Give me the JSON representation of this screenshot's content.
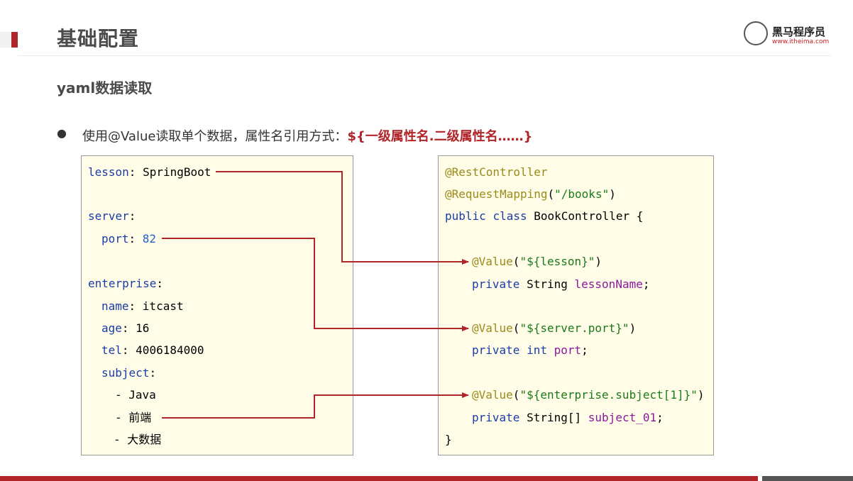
{
  "header": {
    "title": "基础配置",
    "logo_name": "黑马程序员",
    "logo_url": "www.itheima.com"
  },
  "subtitle": "yaml数据读取",
  "bullet": {
    "symbol": "●",
    "prefix": "使用@Value读取单个数据，属性名引用方式：",
    "highlight": "${一级属性名.二级属性名……}"
  },
  "yaml_code": {
    "lesson_key": "lesson",
    "lesson_value": "SpringBoot",
    "server_key": "server",
    "port_key": "port",
    "port_value": "82",
    "enterprise_key": "enterprise",
    "name_key": "name",
    "name_value": "itcast",
    "age_key": "age",
    "age_value": "16",
    "tel_key": "tel",
    "tel_value": "4006184000",
    "subject_key": "subject",
    "subject_items": [
      "Java",
      "前端",
      "大数据"
    ]
  },
  "java_code": {
    "ann_rest": "@RestController",
    "ann_mapping": "@RequestMapping",
    "mapping_path": "\"/books\"",
    "kw_public": "public",
    "kw_class": "class",
    "class_name": "BookController",
    "ann_value": "@Value",
    "value_lesson": "\"${lesson}\"",
    "value_port": "\"${server.port}\"",
    "value_subject": "\"${enterprise.subject[1]}\"",
    "kw_private": "private",
    "type_string": "String",
    "type_int": "int",
    "type_string_arr": "String[]",
    "field_lesson": "lessonName",
    "field_port": "port",
    "field_subject": "subject_01",
    "close_brace": "}"
  },
  "colors": {
    "accent": "#b0252a",
    "keyword": "#1a3ca8",
    "annotation": "#9a8a1a",
    "string": "#1a7a1a",
    "field": "#8a1a9a",
    "code_bg": "#fffde8"
  }
}
